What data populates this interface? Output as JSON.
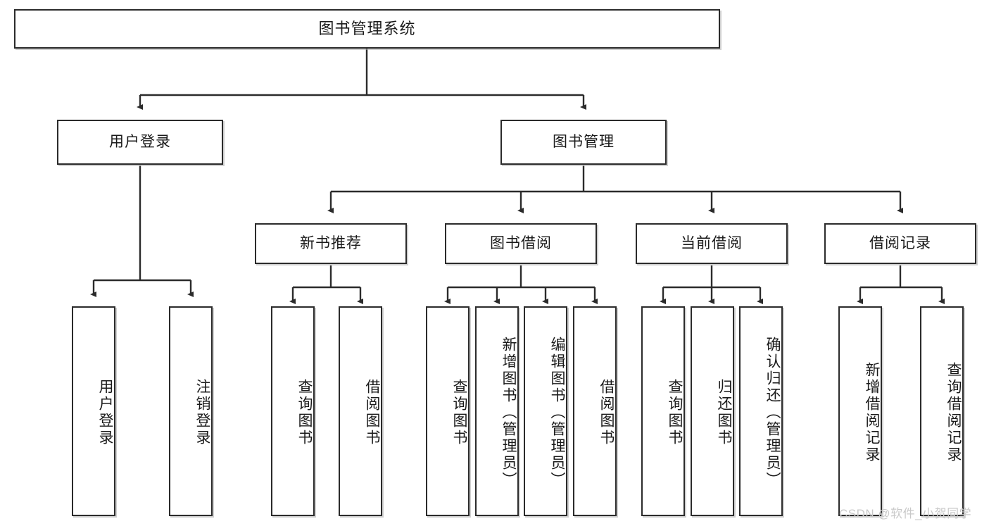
{
  "diagram": {
    "type": "tree",
    "title": "图书管理系统",
    "root": {
      "label": "图书管理系统"
    },
    "level1": [
      {
        "label": "用户登录"
      },
      {
        "label": "图书管理"
      }
    ],
    "level2": [
      {
        "label": "新书推荐"
      },
      {
        "label": "图书借阅"
      },
      {
        "label": "当前借阅"
      },
      {
        "label": "借阅记录"
      }
    ],
    "leaves": {
      "user_login": [
        {
          "label": "用户登录"
        },
        {
          "label": "注销登录"
        }
      ],
      "new_book_recommend": [
        {
          "label": "查询图书"
        },
        {
          "label": "借阅图书"
        }
      ],
      "book_borrow": [
        {
          "label": "查询图书"
        },
        {
          "label": "新增图书（管理员）"
        },
        {
          "label": "编辑图书（管理员）"
        },
        {
          "label": "借阅图书"
        }
      ],
      "current_borrow": [
        {
          "label": "查询图书"
        },
        {
          "label": "归还图书"
        },
        {
          "label": "确认归还（管理员）"
        }
      ],
      "borrow_record": [
        {
          "label": "新增借阅记录"
        },
        {
          "label": "查询借阅记录"
        }
      ]
    }
  },
  "watermark": {
    "text": "CSDN @软件_小贺同学"
  },
  "colors": {
    "box_border": "#2b2b2b",
    "box_fill": "#ffffff",
    "line": "#2b2b2b",
    "text": "#1a1a1a",
    "watermark": "#c9c9c9"
  }
}
